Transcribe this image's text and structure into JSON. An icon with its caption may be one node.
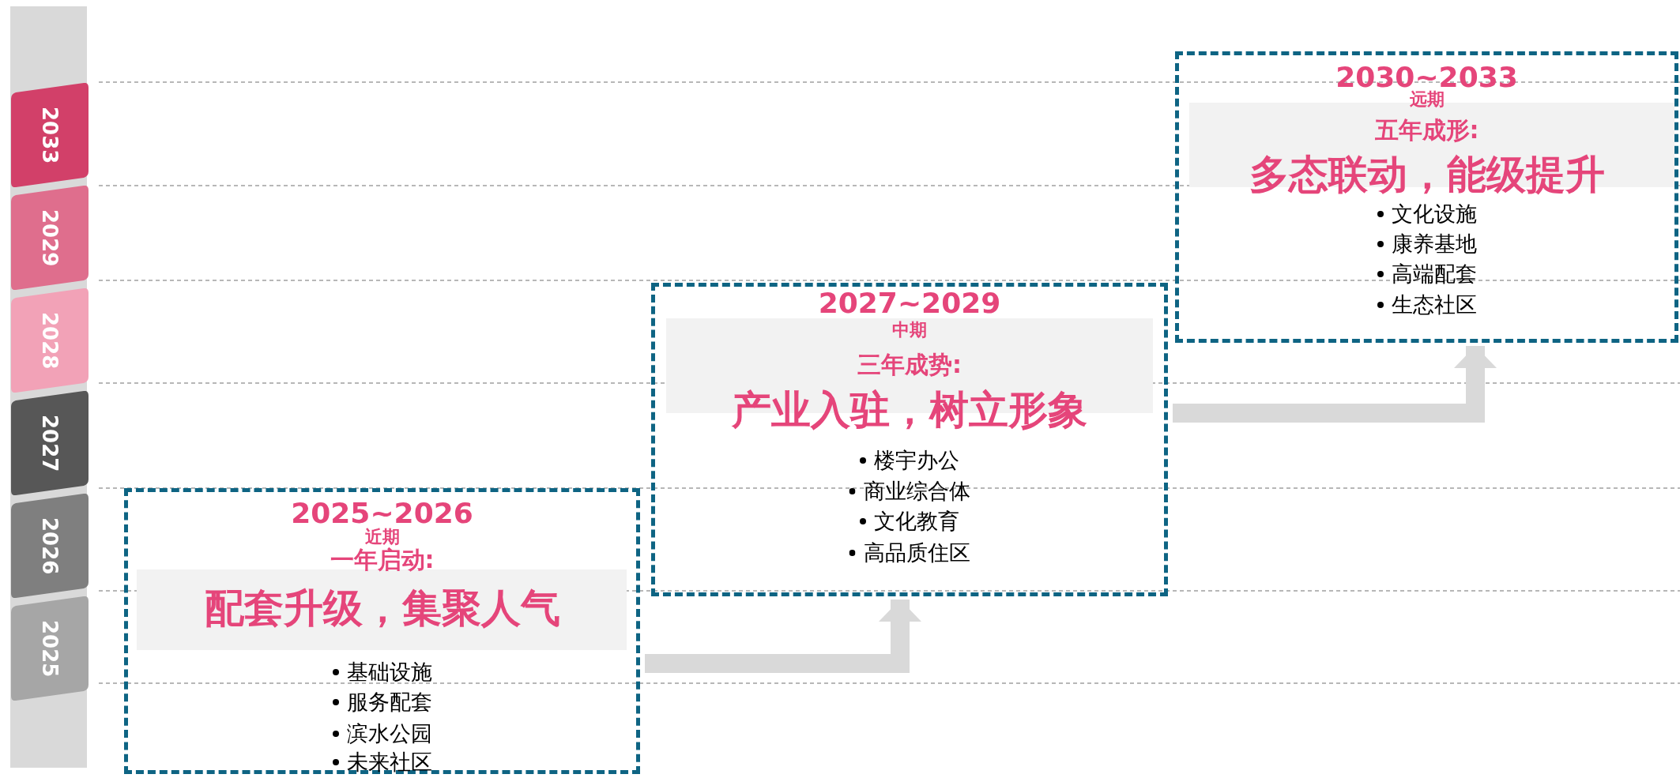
{
  "diagram": {
    "nodes": [
      {
        "text": [
          "2033"
        ]
      },
      {
        "text": [
          "2029"
        ]
      },
      {
        "text": [
          "2028"
        ]
      },
      {
        "text": [
          "2027"
        ]
      },
      {
        "text": [
          "2026"
        ]
      },
      {
        "text": [
          "2025"
        ]
      },
      {
        "text": [
          "2025~2026",
          "近期",
          "一年启动:",
          "配套升级，集聚人气",
          "基础设施",
          "服务配套",
          "滨水公园",
          "未来社区"
        ]
      },
      {
        "text": [
          "2027~2029",
          "中期",
          "三年成势:",
          "产业入驻，树立形象",
          "楼宇办公",
          "商业综合体",
          "文化教育",
          "高品质住区"
        ]
      },
      {
        "text": [
          "2030~2033",
          "远期",
          "五年成形:",
          "多态联动，能级提升",
          "文化设施",
          "康养基地",
          "高端配套",
          "生态社区"
        ]
      }
    ],
    "edges": [
      {
        "from": 6,
        "to": 7,
        "arrow": "to"
      },
      {
        "from": 7,
        "to": 8,
        "arrow": "to"
      }
    ]
  }
}
